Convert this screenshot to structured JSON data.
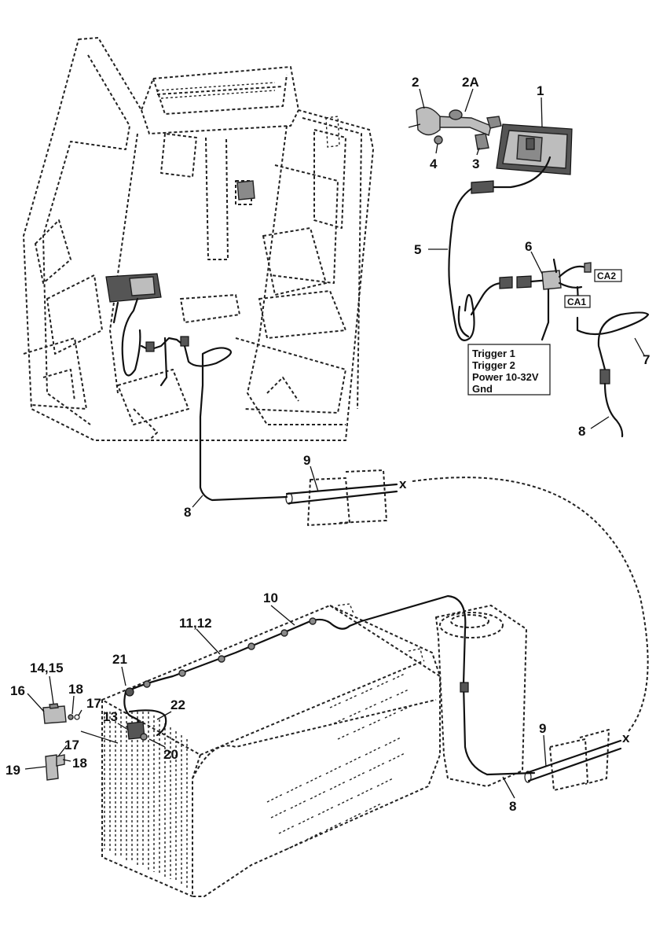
{
  "callouts": {
    "c1": "1",
    "c2": "2",
    "c2a": "2A",
    "c3": "3",
    "c4": "4",
    "c5": "5",
    "c6": "6",
    "c7": "7",
    "c8_top": "8",
    "c8_mid": "8",
    "c8_bottom": "8",
    "c9_top": "9",
    "c9_bottom": "9",
    "c10": "10",
    "c11_12": "11,12",
    "c13": "13",
    "c14_15": "14,15",
    "c16": "16",
    "c17_a": "17",
    "c17_b": "17",
    "c18_a": "18",
    "c18_b": "18",
    "c19": "19",
    "c20": "20",
    "c21": "21",
    "c22": "22"
  },
  "connector_tags": {
    "ca1": "CA1",
    "ca2": "CA2"
  },
  "wire_box": {
    "lines": [
      "Trigger 1",
      "Trigger 2",
      "Power 10-32V",
      "Gnd"
    ]
  },
  "break_marks": {
    "top": "x",
    "bottom": "x"
  }
}
